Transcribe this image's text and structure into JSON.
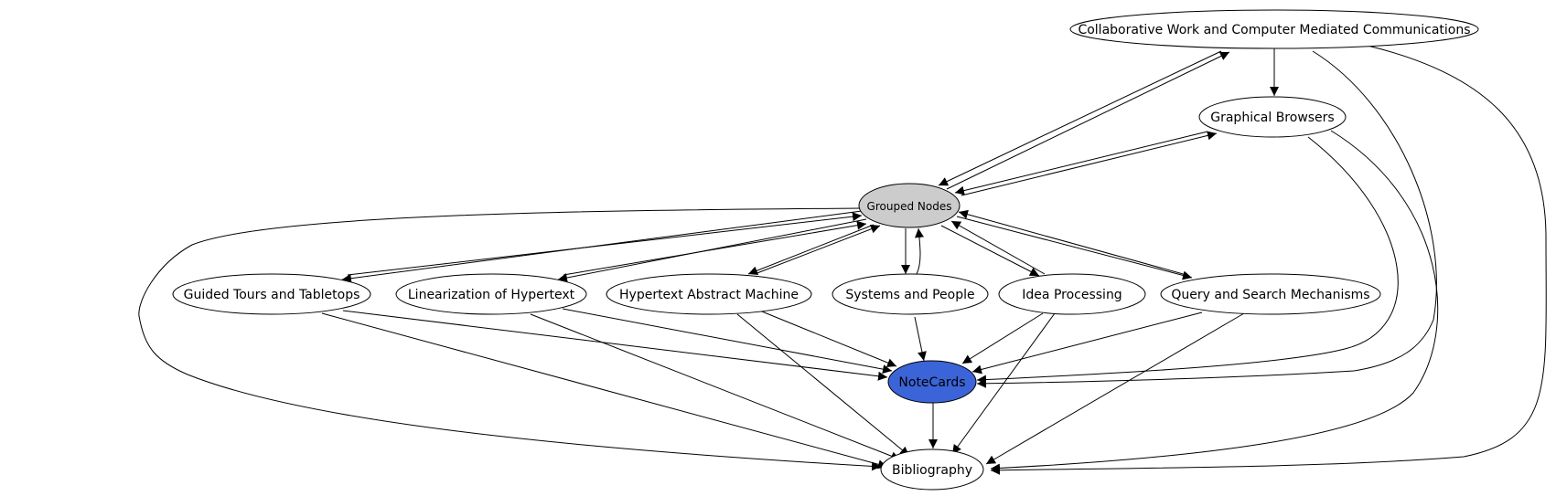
{
  "diagram": {
    "colors": {
      "default_fill": "#ffffff",
      "grouped_fill": "#cccccc",
      "selected_fill": "#3b64d8",
      "stroke": "#000000"
    },
    "nodes": {
      "collab": {
        "label": "Collaborative Work and Computer Mediated Communications"
      },
      "browsers": {
        "label": "Graphical Browsers"
      },
      "grouped": {
        "label": "Grouped Nodes"
      },
      "tours": {
        "label": "Guided Tours and Tabletops"
      },
      "linear": {
        "label": "Linearization of Hypertext"
      },
      "ham": {
        "label": "Hypertext Abstract Machine"
      },
      "systems": {
        "label": "Systems and People"
      },
      "idea": {
        "label": "Idea Processing"
      },
      "query": {
        "label": "Query and Search Mechanisms"
      },
      "notecards": {
        "label": "NoteCards"
      },
      "biblio": {
        "label": "Bibliography"
      }
    }
  }
}
